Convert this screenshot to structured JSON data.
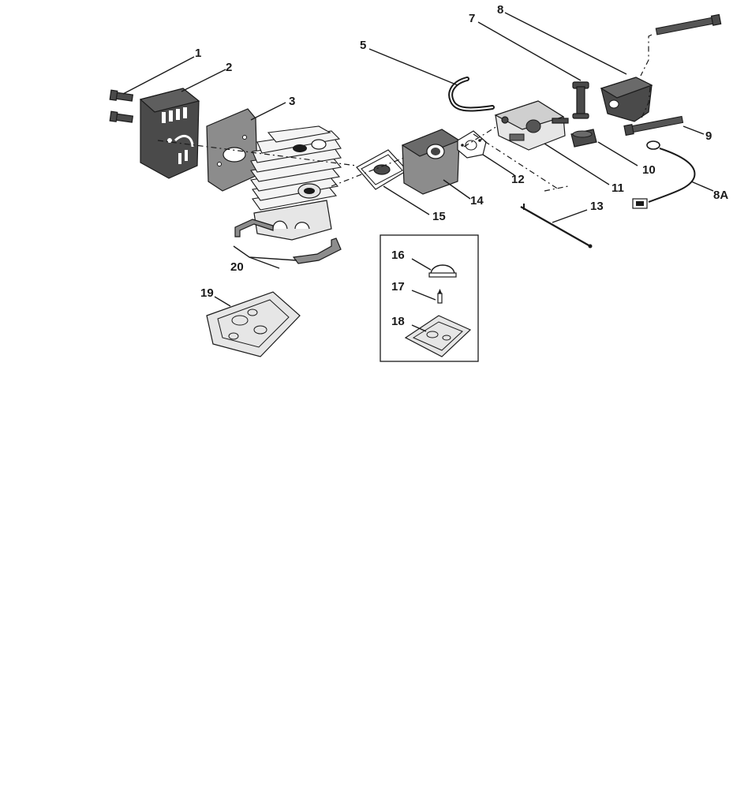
{
  "diagram": {
    "callouts": {
      "c1": "1",
      "c2": "2",
      "c3": "3",
      "c5": "5",
      "c7": "7",
      "c8": "8",
      "c8a": "8A",
      "c9": "9",
      "c10": "10",
      "c11": "11",
      "c12": "12",
      "c13": "13",
      "c14": "14",
      "c15": "15",
      "c16": "16",
      "c17": "17",
      "c18": "18",
      "c19": "19",
      "c20": "20"
    }
  }
}
